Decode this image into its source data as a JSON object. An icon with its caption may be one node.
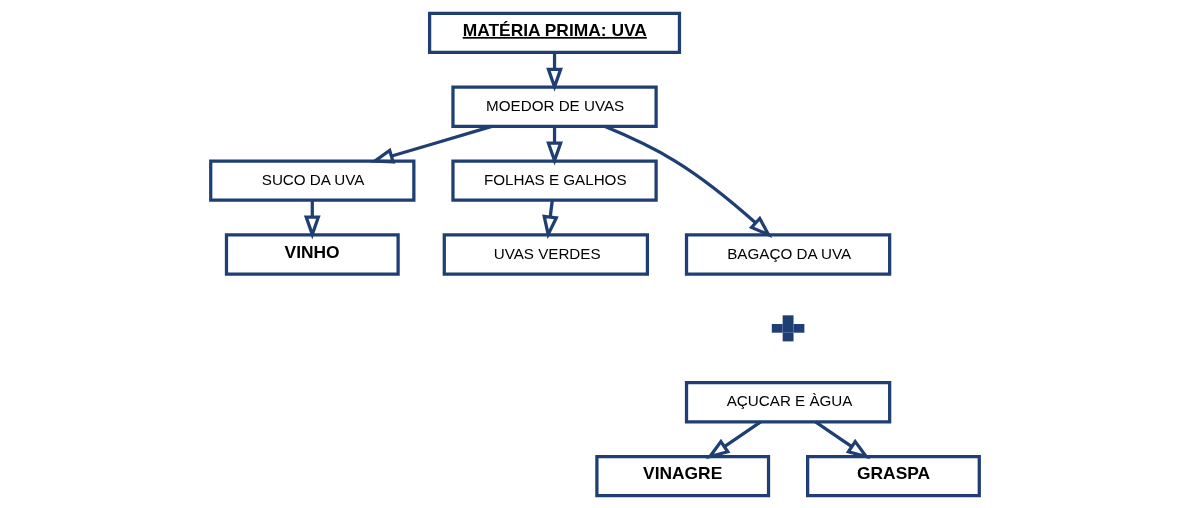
{
  "diagram": {
    "nodes": [
      {
        "text": [
          "MATÉRIA PRIMA: UVA"
        ]
      },
      {
        "text": [
          "MOEDOR DE UVAS"
        ]
      },
      {
        "text": [
          "SUCO DA UVA"
        ]
      },
      {
        "text": [
          "FOLHAS E GALHOS"
        ]
      },
      {
        "text": [
          "VINHO"
        ]
      },
      {
        "text": [
          "BAGAÇO DA UVA"
        ]
      },
      {
        "text": [
          "UVAS VERDES"
        ]
      },
      {
        "text": [],
        "shape": "plus"
      },
      {
        "text": [
          "AÇUCAR E ÀGUA"
        ]
      },
      {
        "text": [
          "VINAGRE"
        ]
      },
      {
        "text": [
          "GRASPA"
        ]
      }
    ],
    "edges": [
      {
        "from": 0,
        "to": 1,
        "arrow": "to"
      },
      {
        "from": 1,
        "to": 2,
        "arrow": "to"
      },
      {
        "from": 1,
        "to": 5,
        "arrow": "to"
      },
      {
        "from": 1,
        "to": 3,
        "arrow": "to"
      },
      {
        "from": 2,
        "to": 4,
        "arrow": "to"
      },
      {
        "from": 3,
        "to": 6,
        "arrow": "to"
      },
      {
        "from": 8,
        "to": 9,
        "arrow": "to"
      },
      {
        "from": 8,
        "to": 10,
        "arrow": "to"
      }
    ]
  }
}
